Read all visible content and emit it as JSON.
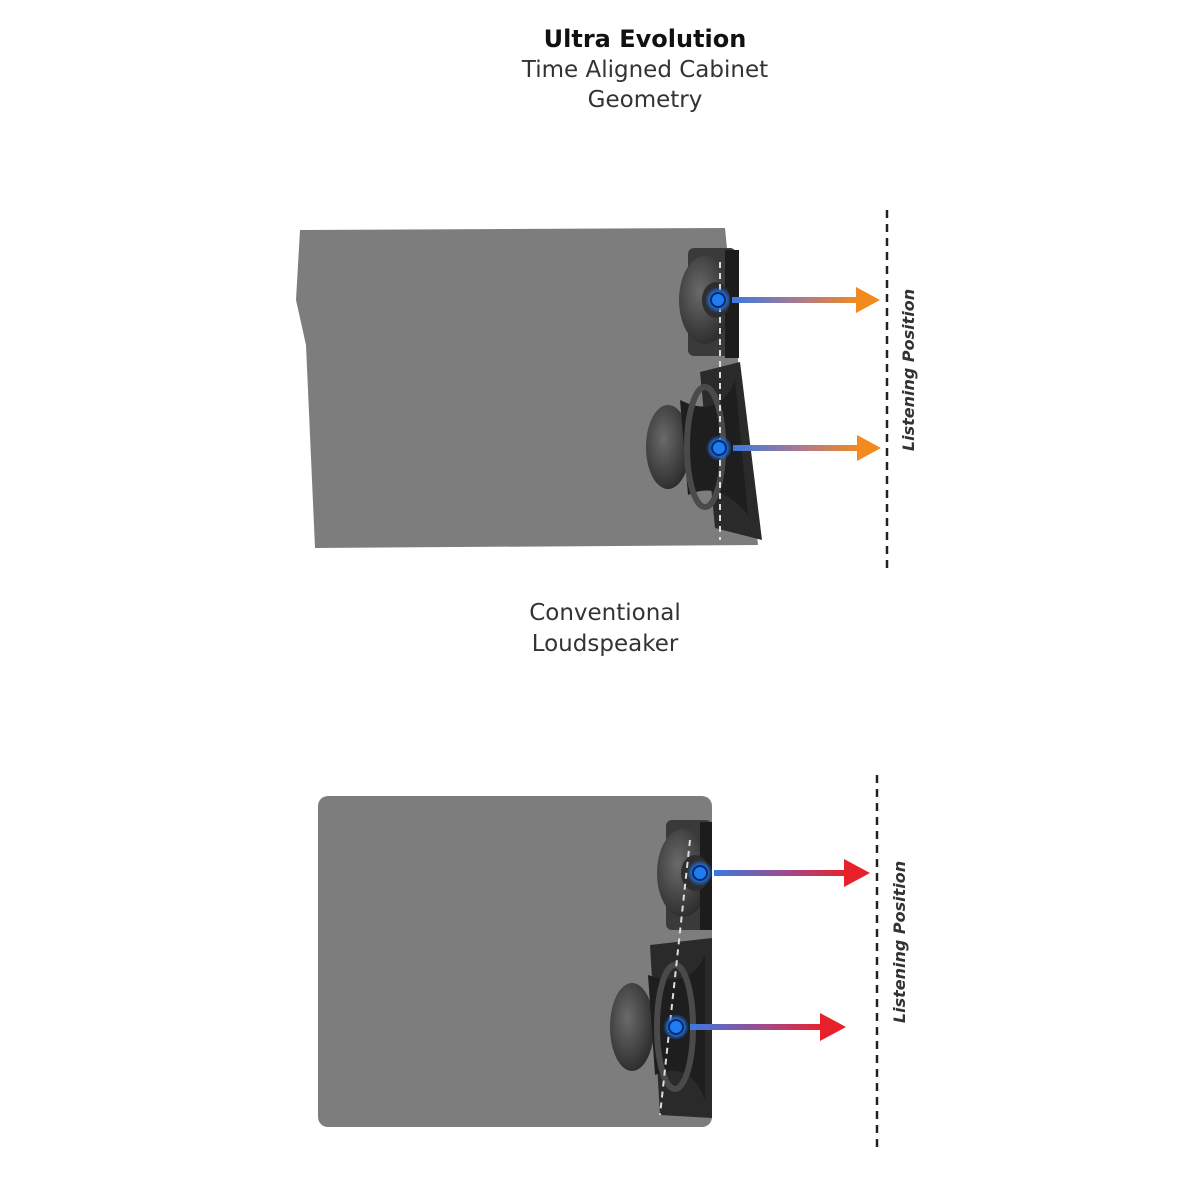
{
  "top_section": {
    "title": "Ultra Evolution",
    "subtitle_line1": "Time Aligned Cabinet",
    "subtitle_line2": "Geometry",
    "listening_label": "Listening Position",
    "arrow_color": "#f28a1e"
  },
  "bottom_section": {
    "title_line1": "Conventional",
    "title_line2": "Loudspeaker",
    "listening_label": "Listening Position",
    "arrow_color": "#e8202a"
  },
  "colors": {
    "cabinet": "#7d7d7d",
    "driver_dark": "#2a2a2a",
    "acoustic_center": "#1e7df0",
    "beam_start": "#3a7ae0",
    "dashed_line": "#222222"
  }
}
